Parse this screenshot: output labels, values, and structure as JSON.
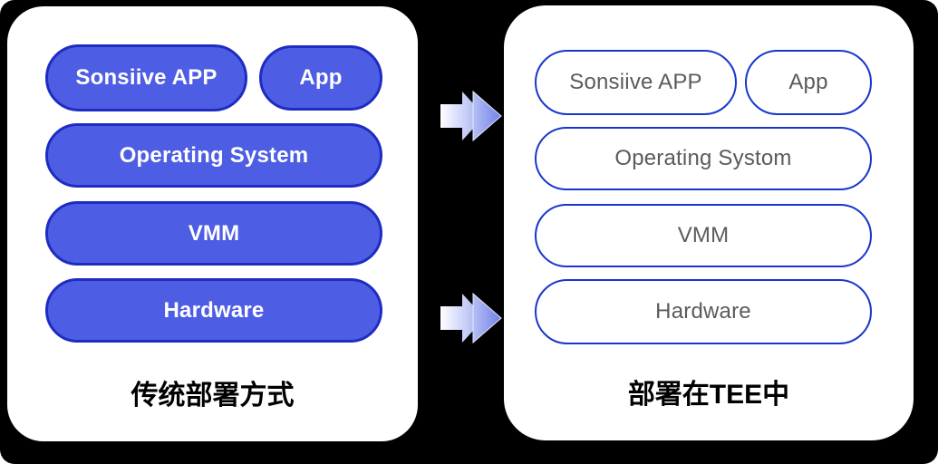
{
  "left_panel": {
    "label": "传统部署方式",
    "pill_style": "filled",
    "pills": [
      {
        "label": "Sonsiive APP"
      },
      {
        "label": "App"
      },
      {
        "label": "Operating System"
      },
      {
        "label": "VMM"
      },
      {
        "label": "Hardware"
      }
    ]
  },
  "right_panel": {
    "label": "部署在TEE中",
    "pill_style": "outlined",
    "pills": [
      {
        "label": "Sonsiive APP"
      },
      {
        "label": "App"
      },
      {
        "label": "Operating Systom"
      },
      {
        "label": "VMM"
      },
      {
        "label": "Hardware"
      }
    ]
  },
  "arrows": {
    "direction": "right",
    "count": 2
  },
  "colors": {
    "background": "#000000",
    "card_background": "#ffffff",
    "filled_pill_fill": "#4e5ee4",
    "filled_pill_border": "#1e2cc2",
    "filled_pill_text": "#ffffff",
    "outlined_pill_border": "#1836cc",
    "outlined_pill_text": "#5b5b5b",
    "label_text": "#000000",
    "arrow_gradient_start": "#ffffff",
    "arrow_gradient_mid": "#aeb8f2",
    "arrow_gradient_end": "#7280e9"
  }
}
